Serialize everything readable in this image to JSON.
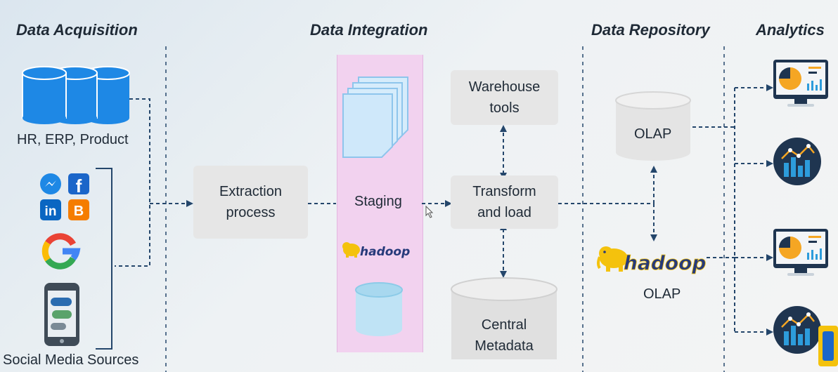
{
  "headings": {
    "acquisition": "Data Acquisition",
    "integration": "Data Integration",
    "repository": "Data Repository",
    "analytics": "Analytics"
  },
  "sources": {
    "databases_label": "HR, ERP, Product",
    "social_label": "Social Media Sources"
  },
  "process": {
    "extraction": "Extraction\nprocess",
    "staging": "Staging",
    "hadoop_staging": "hadoop",
    "warehouse_tools": "Warehouse\ntools",
    "transform_load": "Transform\nand load",
    "central_metadata": "Central\nMetadata"
  },
  "repository": {
    "olap_top": "OLAP",
    "hadoop": "hadoop",
    "olap_bottom": "OLAP"
  },
  "colors": {
    "database_blue": "#1e88e5",
    "connector_navy": "#24466b",
    "staging_pink": "#f2d2ef",
    "box_gray": "#e6e6e6",
    "dashboard_orange": "#f5a623",
    "analytics_navy": "#1f3550",
    "hadoop_yellow": "#f4c20d"
  },
  "icons": [
    "database-icon",
    "messenger-icon",
    "facebook-icon",
    "linkedin-icon",
    "blogger-icon",
    "google-icon",
    "smartphone-icon",
    "document-stack-icon",
    "hadoop-elephant-icon",
    "dashboard-monitor-icon",
    "analytics-chart-icon"
  ]
}
